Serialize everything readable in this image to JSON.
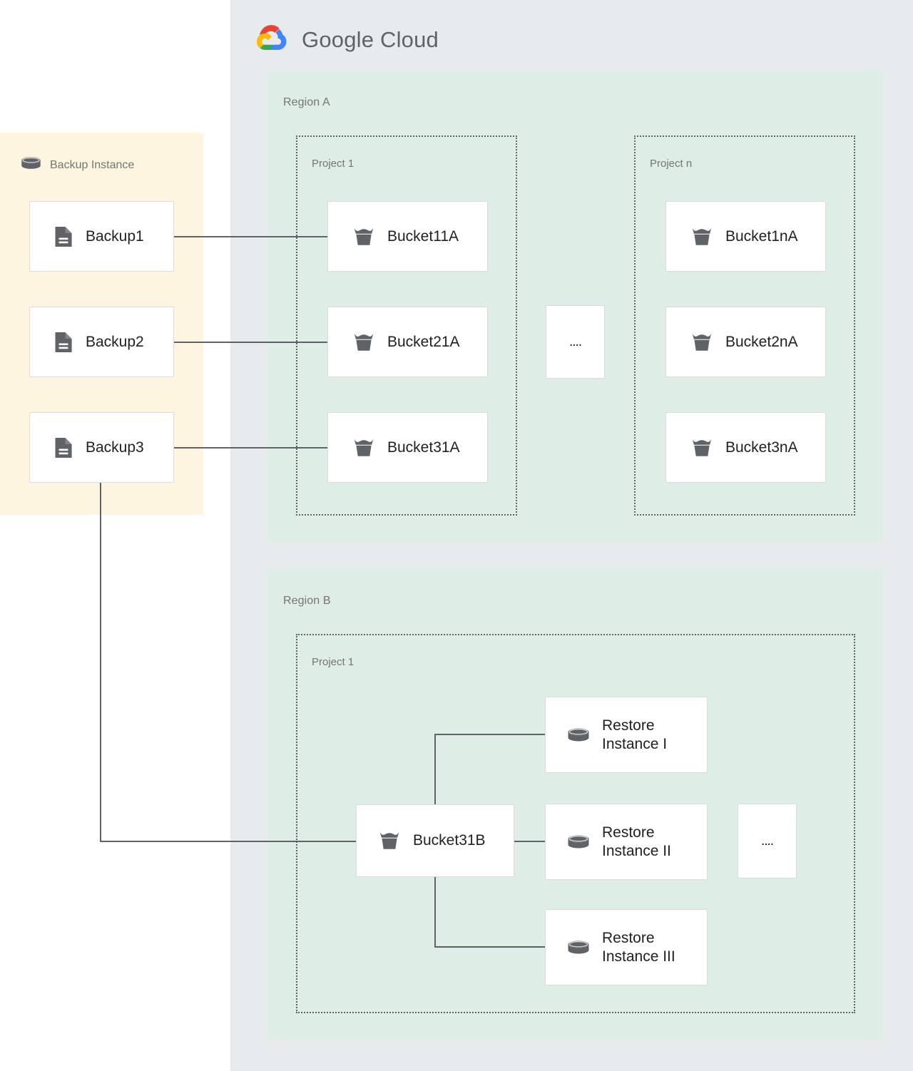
{
  "brand": {
    "logo_icon": "google-cloud-logo-icon",
    "name_part1": "Google",
    "name_part2": "Cloud",
    "colors": {
      "red": "#ea4335",
      "yellow": "#fbbc04",
      "green": "#34a853",
      "blue": "#4285f4",
      "panel_bg": "#e8ebed",
      "region_bg": "#deeee6",
      "backup_bg": "#fdf5e0",
      "node_bg": "#ffffff",
      "node_border": "#dadce0",
      "wire": "#5f6368",
      "label_text": "#757575",
      "node_text": "#202124",
      "icon_fill": "#5f6368"
    }
  },
  "backup_instance": {
    "title": "Backup Instance",
    "icon": "database-cylinder-icon",
    "backups": [
      {
        "label": "Backup1",
        "icon": "document-file-icon"
      },
      {
        "label": "Backup2",
        "icon": "document-file-icon"
      },
      {
        "label": "Backup3",
        "icon": "document-file-icon"
      }
    ]
  },
  "regions": [
    {
      "label": "Region A",
      "projects": [
        {
          "label": "Project 1",
          "buckets": [
            {
              "label": "Bucket11A",
              "icon": "storage-bucket-icon"
            },
            {
              "label": "Bucket21A",
              "icon": "storage-bucket-icon"
            },
            {
              "label": "Bucket31A",
              "icon": "storage-bucket-icon"
            }
          ]
        },
        {
          "label": "Project n",
          "buckets": [
            {
              "label": "Bucket1nA",
              "icon": "storage-bucket-icon"
            },
            {
              "label": "Bucket2nA",
              "icon": "storage-bucket-icon"
            },
            {
              "label": "Bucket3nA",
              "icon": "storage-bucket-icon"
            }
          ]
        }
      ],
      "ellipsis": "...."
    },
    {
      "label": "Region B",
      "projects": [
        {
          "label": "Project 1",
          "buckets": [
            {
              "label": "Bucket31B",
              "icon": "storage-bucket-icon"
            }
          ],
          "restore_instances": [
            {
              "label": "Restore\nInstance I",
              "icon": "database-cylinder-icon"
            },
            {
              "label": "Restore\nInstance II",
              "icon": "database-cylinder-icon"
            },
            {
              "label": "Restore\nInstance III",
              "icon": "database-cylinder-icon"
            }
          ]
        }
      ],
      "ellipsis": "...."
    }
  ]
}
